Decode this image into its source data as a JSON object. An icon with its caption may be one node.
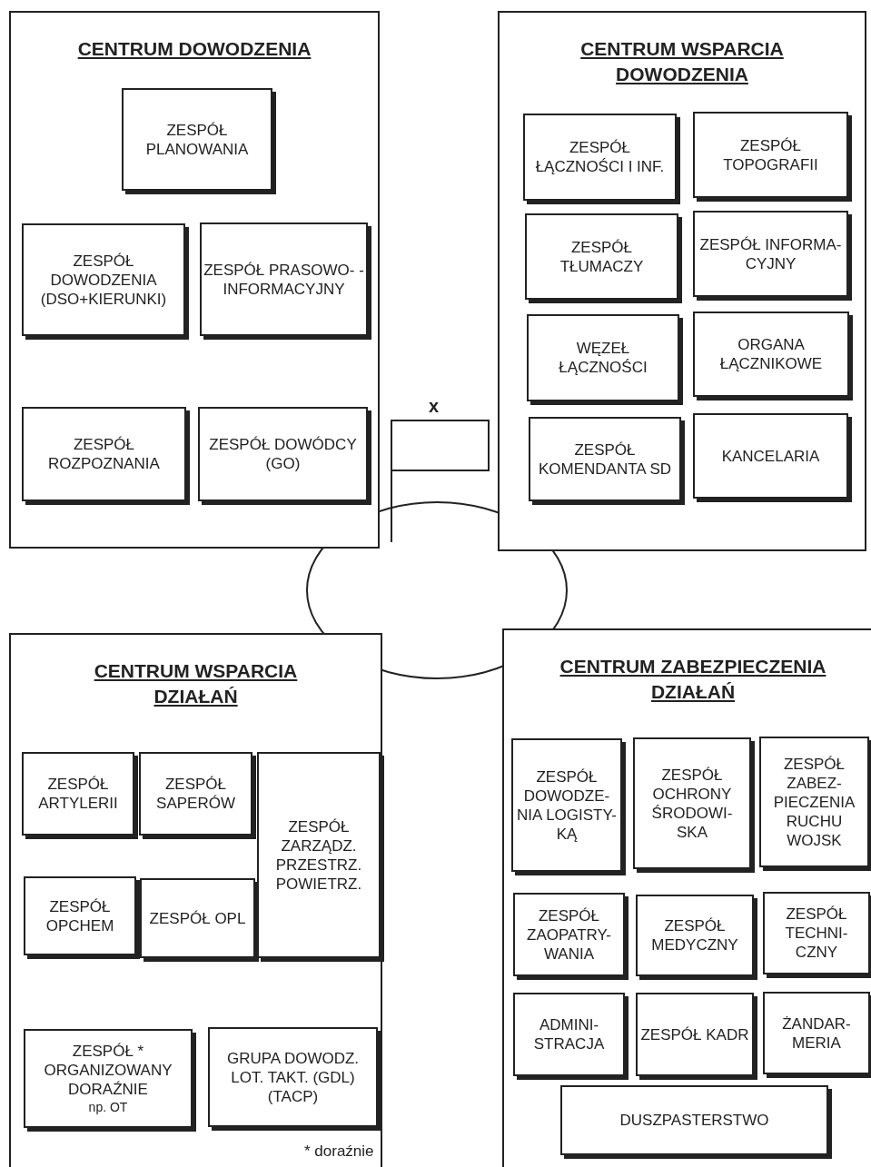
{
  "diagram": {
    "nodes": [
      {
        "text": [
          "CENTRUM DOWODZENIA"
        ]
      },
      {
        "text": [
          "ZESPÓŁ PLANOWANIA"
        ],
        "in": 0
      },
      {
        "text": [
          "ZESPÓŁ DOWODZENIA (DSO+KIERUNKI)"
        ],
        "in": 0
      },
      {
        "text": [
          "ZESPÓŁ PRASOWO- - INFORMACYJNY"
        ],
        "in": 0
      },
      {
        "text": [
          "ZESPÓŁ ROZPOZNANIA"
        ],
        "in": 0
      },
      {
        "text": [
          "ZESPÓŁ DOWÓDCY (GO)"
        ],
        "in": 0
      },
      {
        "text": [
          "CENTRUM WSPARCIA DOWODZENIA"
        ]
      },
      {
        "text": [
          "ZESPÓŁ ŁĄCZNOŚCI I INF."
        ],
        "in": 6
      },
      {
        "text": [
          "ZESPÓŁ TOPOGRAFII"
        ],
        "in": 6
      },
      {
        "text": [
          "ZESPÓŁ TŁUMACZY"
        ],
        "in": 6
      },
      {
        "text": [
          "ZESPÓŁ INFORMA- CYJNY"
        ],
        "in": 6
      },
      {
        "text": [
          "WĘZEŁ ŁĄCZNOŚCI"
        ],
        "in": 6
      },
      {
        "text": [
          "ORGANA ŁĄCZNIKOWE"
        ],
        "in": 6
      },
      {
        "text": [
          "ZESPÓŁ KOMENDANTA SD"
        ],
        "in": 6
      },
      {
        "text": [
          "KANCELARIA"
        ],
        "in": 6
      },
      {
        "text": [
          "CENTRUM WSPARCIA DZIAŁAŃ"
        ]
      },
      {
        "text": [
          "ZESPÓŁ ARTYLERII"
        ],
        "in": 15
      },
      {
        "text": [
          "ZESPÓŁ SAPERÓW"
        ],
        "in": 15
      },
      {
        "text": [
          "ZESPÓŁ ZARZĄDZ. PRZESTRZ. POWIETRZ."
        ],
        "in": 15
      },
      {
        "text": [
          "ZESPÓŁ OPCHEM"
        ],
        "in": 15
      },
      {
        "text": [
          "ZESPÓŁ OPL"
        ],
        "in": 15
      },
      {
        "text": [
          "ZESPÓŁ * ORGANIZOWANY DORAŹNIE",
          "np. OT"
        ],
        "in": 15
      },
      {
        "text": [
          "GRUPA DOWODZ. LOT. TAKT. (GDL) (TACP)"
        ],
        "in": 15
      },
      {
        "text": [
          "CENTRUM ZABEZPIECZENIA DZIAŁAŃ"
        ]
      },
      {
        "text": [
          "ZESPÓŁ DOWODZE- NIA LOGISTY- KĄ"
        ],
        "in": 23
      },
      {
        "text": [
          "ZESPÓŁ OCHRONY ŚRODOWI- SKA"
        ],
        "in": 23
      },
      {
        "text": [
          "ZESPÓŁ ZABEZ- PIECZENIA RUCHU WOJSK"
        ],
        "in": 23
      },
      {
        "text": [
          "ZESPÓŁ ZAOPATRY- WANIA"
        ],
        "in": 23
      },
      {
        "text": [
          "ZESPÓŁ MEDYCZNY"
        ],
        "in": 23
      },
      {
        "text": [
          "ZESPÓŁ TECHNI- CZNY"
        ],
        "in": 23
      },
      {
        "text": [
          "ADMINI- STRACJA"
        ],
        "in": 23
      },
      {
        "text": [
          "ZESPÓŁ KADR"
        ],
        "in": 23
      },
      {
        "text": [
          "ŻANDAR- MERIA"
        ],
        "in": 23
      },
      {
        "text": [
          "DUSZPASTERSTWO"
        ],
        "in": 23
      },
      {
        "text": [],
        "shape": "ellipse"
      }
    ],
    "labels": [
      "x",
      "* doraźnie"
    ]
  }
}
